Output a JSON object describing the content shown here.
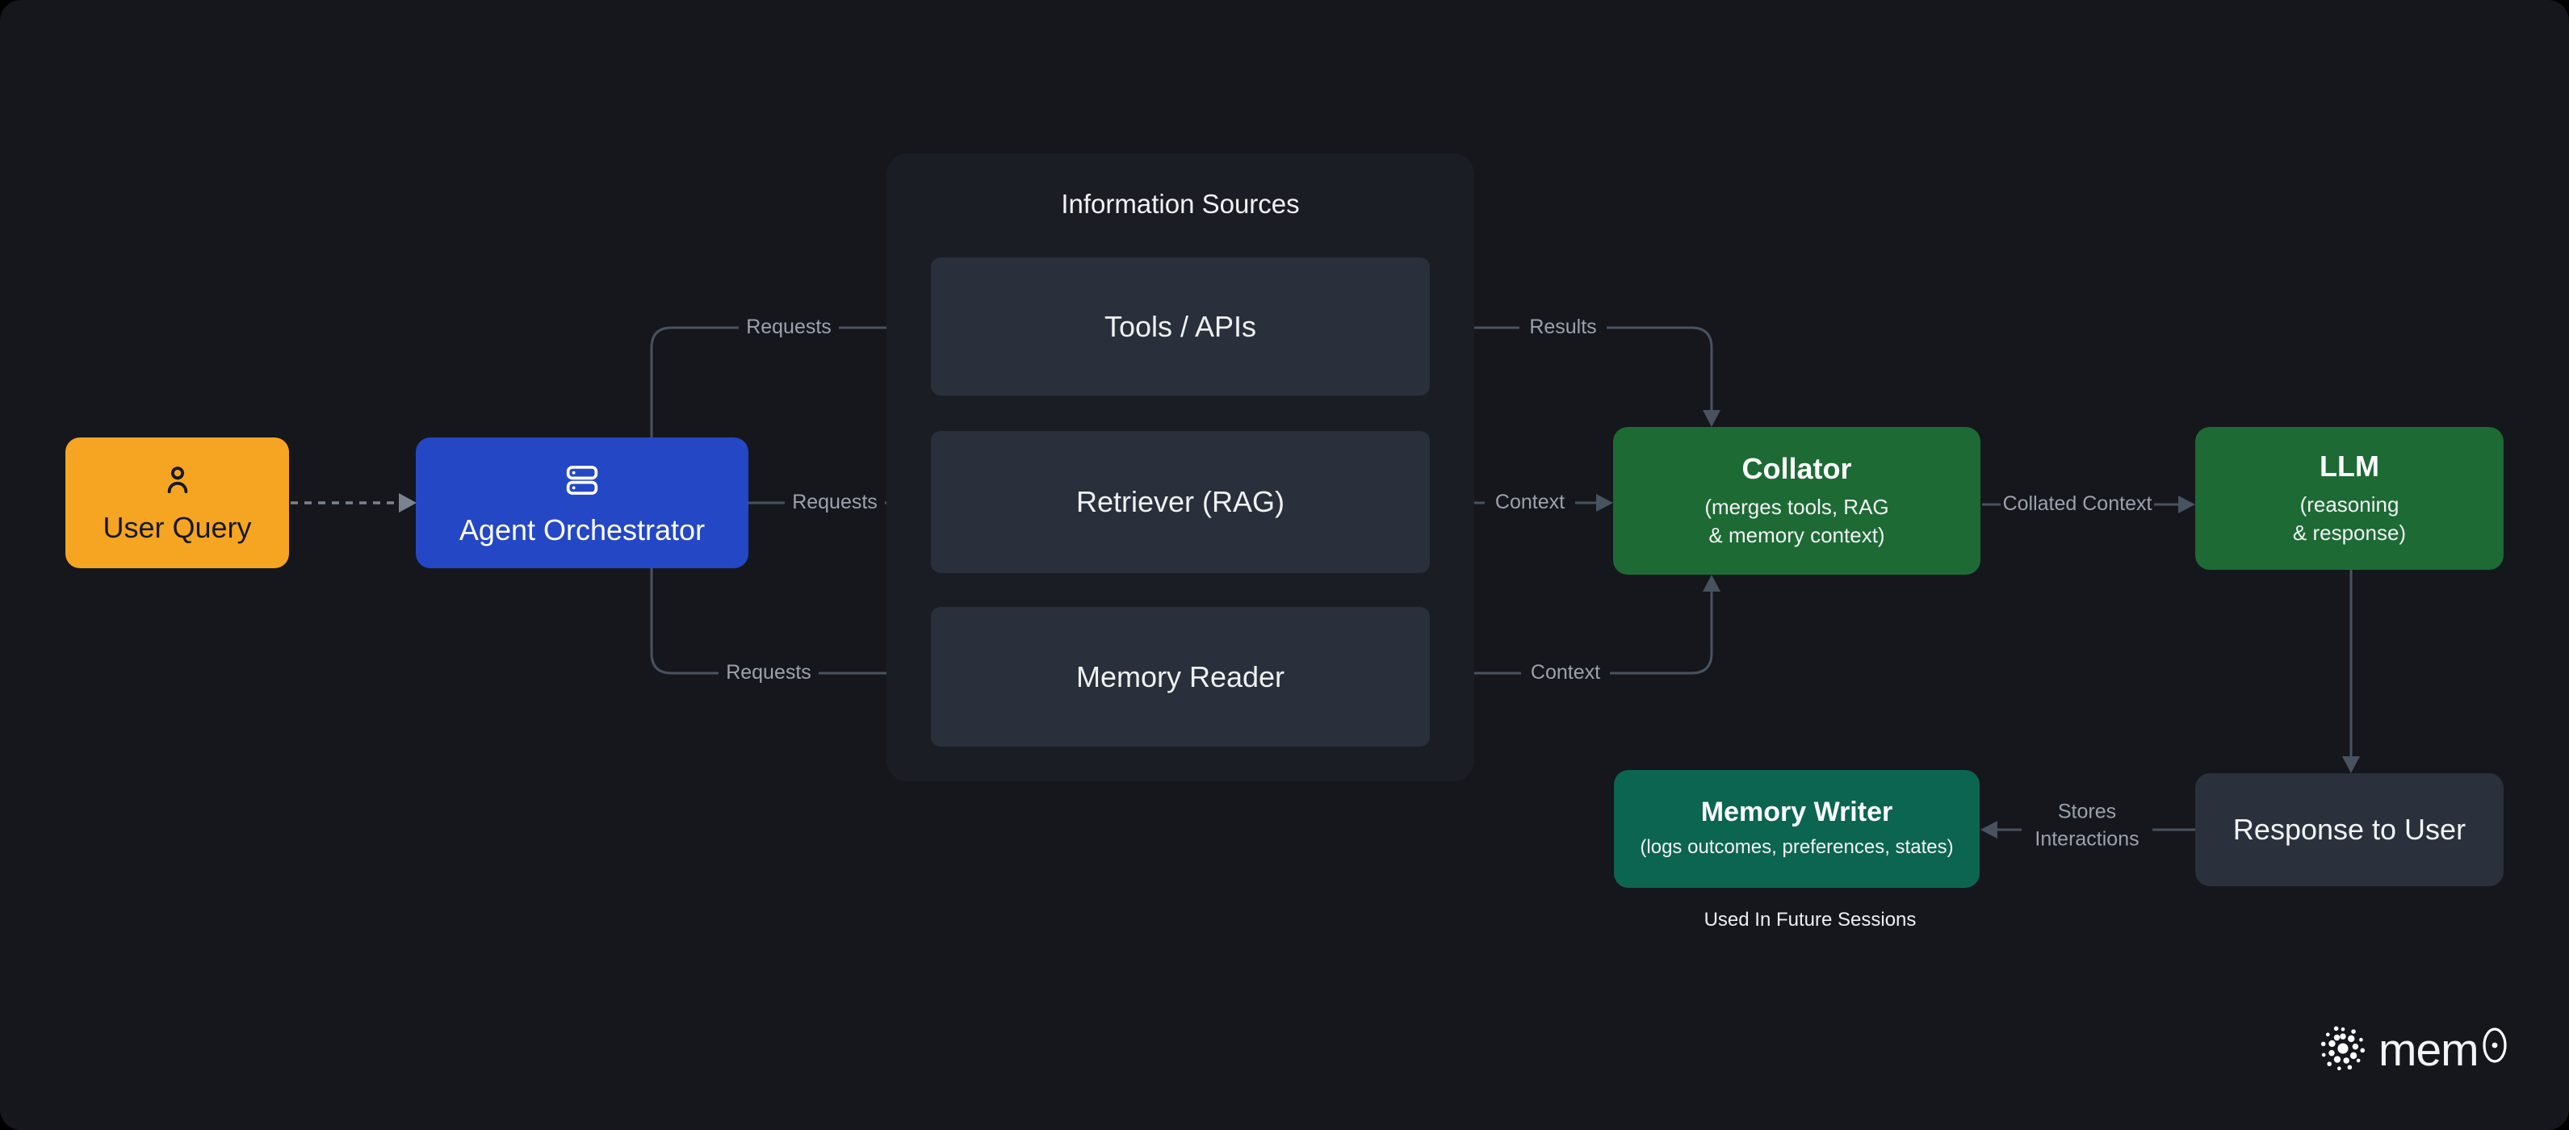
{
  "nodes": {
    "user_query": {
      "label": "User Query",
      "color": "#F6A522"
    },
    "agent_orchestrator": {
      "label": "Agent Orchestrator",
      "color": "#2447C5"
    },
    "information_sources": {
      "title": "Information Sources",
      "items": [
        {
          "label": "Tools / APIs"
        },
        {
          "label": "Retriever (RAG)"
        },
        {
          "label": "Memory Reader"
        }
      ]
    },
    "collator": {
      "title": "Collator",
      "subtitle_line1": "(merges tools, RAG",
      "subtitle_line2": "& memory context)",
      "color": "#1D6A35"
    },
    "llm": {
      "title": "LLM",
      "subtitle_line1": "(reasoning",
      "subtitle_line2": "& response)",
      "color": "#1D6A35"
    },
    "memory_writer": {
      "title": "Memory Writer",
      "subtitle": "(logs outcomes, preferences, states)",
      "color": "#0C6550"
    },
    "response_to_user": {
      "title": "Response to User",
      "color": "#2A313D"
    }
  },
  "edges": {
    "requests_top": {
      "label": "Requests"
    },
    "requests_middle": {
      "label": "Requests"
    },
    "requests_bottom": {
      "label": "Requests"
    },
    "results": {
      "label": "Results"
    },
    "context_middle": {
      "label": "Context"
    },
    "context_bottom": {
      "label": "Context"
    },
    "collated_context": {
      "label": "Collated Context"
    },
    "stores_interactions": {
      "line1": "Stores",
      "line2": "Interactions"
    }
  },
  "notes": {
    "used_in_future_sessions": "Used In Future Sessions"
  },
  "logo": {
    "brand": "mem0",
    "text_prefix": "mem"
  },
  "colors": {
    "canvas_background": "#15171D",
    "panel_background": "#1A1D24",
    "inner_box": "#29303B",
    "wire": "#49525F",
    "dashed_wire": "#7B8290",
    "edge_label": "#9BA2AD"
  }
}
